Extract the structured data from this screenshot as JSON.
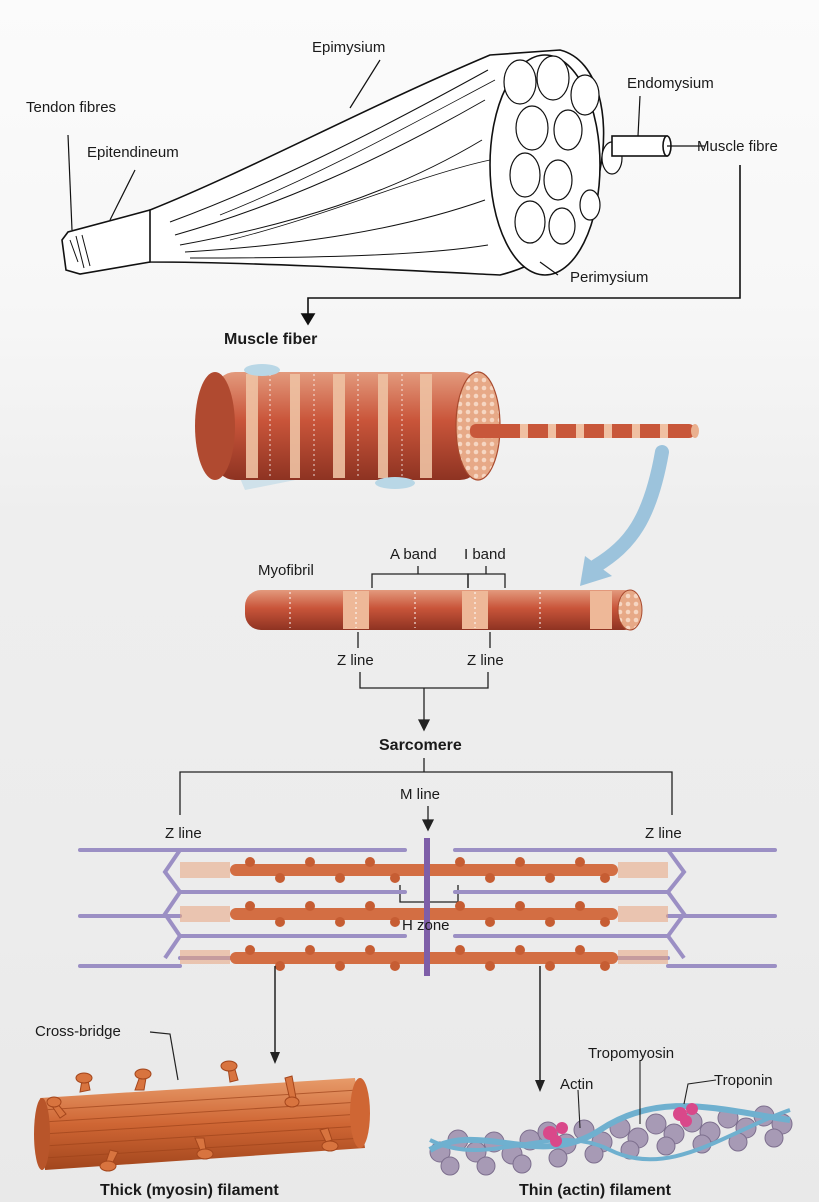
{
  "labels": {
    "tendon_fibres": "Tendon fibres",
    "epitendineum": "Epitendineum",
    "epimysium": "Epimysium",
    "endomysium": "Endomysium",
    "muscle_fibre": "Muscle fibre",
    "perimysium": "Perimysium",
    "muscle_fiber": "Muscle fiber",
    "myofibril": "Myofibril",
    "a_band": "A band",
    "i_band": "I band",
    "z_line": "Z line",
    "sarcomere": "Sarcomere",
    "m_line": "M line",
    "h_zone": "H zone",
    "cross_bridge": "Cross-bridge",
    "tropomyosin": "Tropomyosin",
    "actin": "Actin",
    "troponin": "Troponin",
    "thick_filament": "Thick (myosin) filament",
    "thin_filament": "Thin (actin) filament"
  },
  "colors": {
    "muscle_red": "#c8573a",
    "muscle_pale": "#eab08f",
    "myosin": "#d36e43",
    "actin_strand": "#9b8fc4",
    "arrow_blue": "#9cc3dc",
    "actin_bead": "#a79ab5",
    "tropomyosin": "#6fb0cf",
    "troponin": "#d9488a"
  }
}
